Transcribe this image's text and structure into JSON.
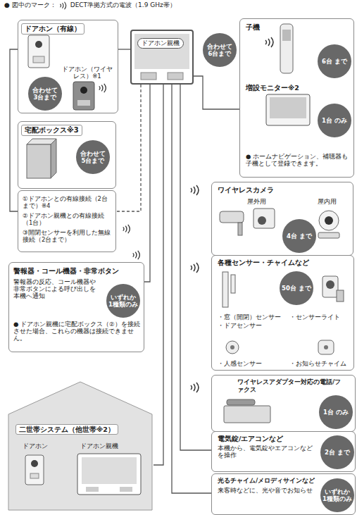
{
  "diagram": {
    "nodes": [
      {
        "text": [
          "ドアホン（有線）",
          "ドアホン（ワイヤレス）※1"
        ]
      },
      {
        "text": [
          "合わせて 3台まで"
        ],
        "in": 0
      },
      {
        "text": [
          "宅配ボックス※3"
        ]
      },
      {
        "text": [
          "合わせて 5台まで"
        ],
        "in": 2
      },
      {
        "text": [
          "①ドアホンとの有線接続（2台まで）※4",
          "②ドアホン親機との有線接続（1台）",
          "③開閉センサーを利用した無線接続（2台まで）"
        ]
      },
      {
        "text": [
          "警報器・コール機器・非常ボタン",
          "警報器の反応、コール機器や非常ボタンによる呼び出しを本機へ通知",
          "● ドアホン親機に宅配ボックス（②）を接続させた場合、これらの機器は接続できません。"
        ]
      },
      {
        "text": [
          "いずれか 1種類のみ"
        ],
        "in": 5
      },
      {
        "text": [
          "二世帯システム（他世帯※2）",
          "ドアホン",
          "ドアホン親機"
        ]
      },
      {
        "text": [
          "ドアホン親機"
        ]
      },
      {
        "text": [
          "合わせて 6台まで"
        ]
      },
      {
        "text": [
          "子機",
          "増設モニター※2",
          "● ホームナビゲーション、補聴器も子機として登録できます。"
        ]
      },
      {
        "text": [
          "6台 まで"
        ],
        "in": 10
      },
      {
        "text": [
          "1台 のみ"
        ],
        "in": 10
      },
      {
        "text": [
          "ワイヤレスカメラ",
          "屋外用",
          "屋内用"
        ]
      },
      {
        "text": [
          "4台 まで"
        ],
        "in": 13
      },
      {
        "text": [
          "各種センサー・チャイムなど",
          "・窓（開閉）センサー",
          "・ドアセンサー",
          "・センサーライト",
          "・人感センサー",
          "・お知らせチャイム"
        ]
      },
      {
        "text": [
          "50台 まで"
        ],
        "in": 15
      },
      {
        "text": [
          "ワイヤレスアダプター対応の電話/ファクス"
        ]
      },
      {
        "text": [
          "1台 のみ"
        ],
        "in": 17
      },
      {
        "text": [
          "電気錠/エアコンなど",
          "本機から、電気錠やエアコンなどを操作"
        ]
      },
      {
        "text": [
          "2台 まで"
        ],
        "in": 19
      },
      {
        "text": [
          "光るチャイム/メロディサインなど",
          "来客時などに、光や音でお知らせ"
        ]
      },
      {
        "text": [
          "いずれか 1種類のみ"
        ],
        "in": 21
      }
    ],
    "edges": [
      {
        "from": 0,
        "to": 8,
        "arrow": "none"
      },
      {
        "from": 0,
        "to": 4,
        "arrow": "none"
      },
      {
        "from": 8,
        "to": 4,
        "arrow": "none"
      },
      {
        "from": 8,
        "to": 5,
        "arrow": "none"
      },
      {
        "from": 8,
        "to": 7,
        "arrow": "none"
      },
      {
        "from": 8,
        "to": 10,
        "arrow": "none"
      },
      {
        "from": 8,
        "to": 19,
        "arrow": "none"
      },
      {
        "from": 8,
        "to": 21,
        "arrow": "none"
      }
    ],
    "labels": [
      "● 図中のマーク：",
      "DECT準拠方式の電波（1.9 GHz帯）"
    ]
  }
}
